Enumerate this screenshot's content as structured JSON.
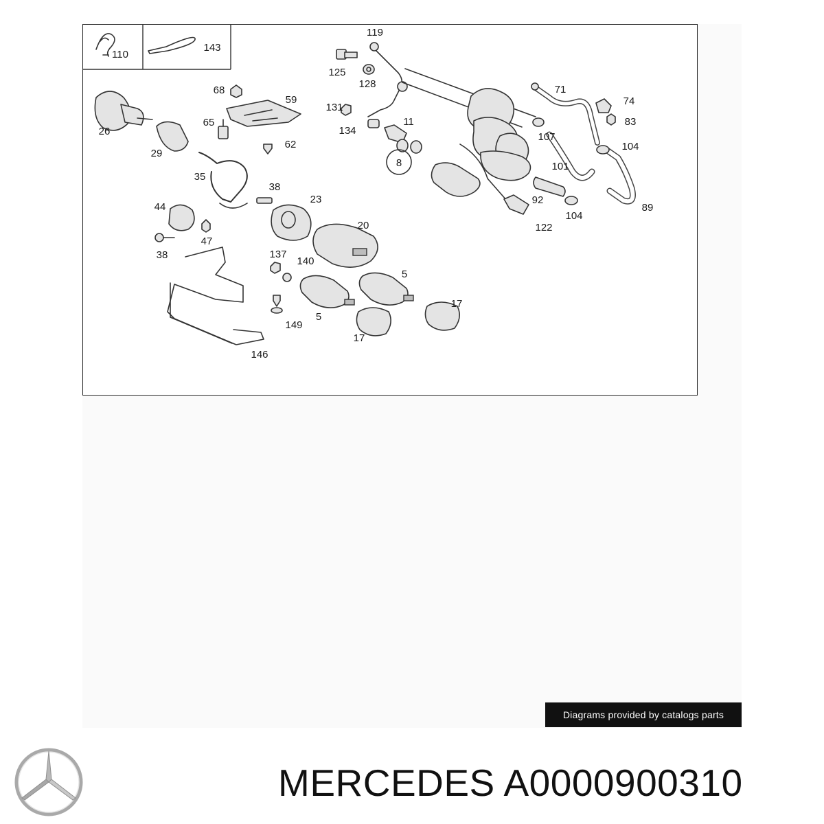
{
  "diagram": {
    "callouts": [
      "110",
      "143",
      "119",
      "125",
      "128",
      "68",
      "59",
      "131",
      "134",
      "11",
      "8",
      "71",
      "74",
      "83",
      "107",
      "104",
      "101",
      "92",
      "122",
      "104",
      "89",
      "26",
      "29",
      "65",
      "62",
      "35",
      "38",
      "23",
      "20",
      "44",
      "47",
      "38",
      "137",
      "140",
      "5",
      "5",
      "17",
      "17",
      "149",
      "146"
    ]
  },
  "credit": {
    "text": "Diagrams provided by catalogs parts"
  },
  "brand": {
    "title": "MERCEDES A0000900310",
    "logo_icon": "mercedes-star-icon"
  }
}
